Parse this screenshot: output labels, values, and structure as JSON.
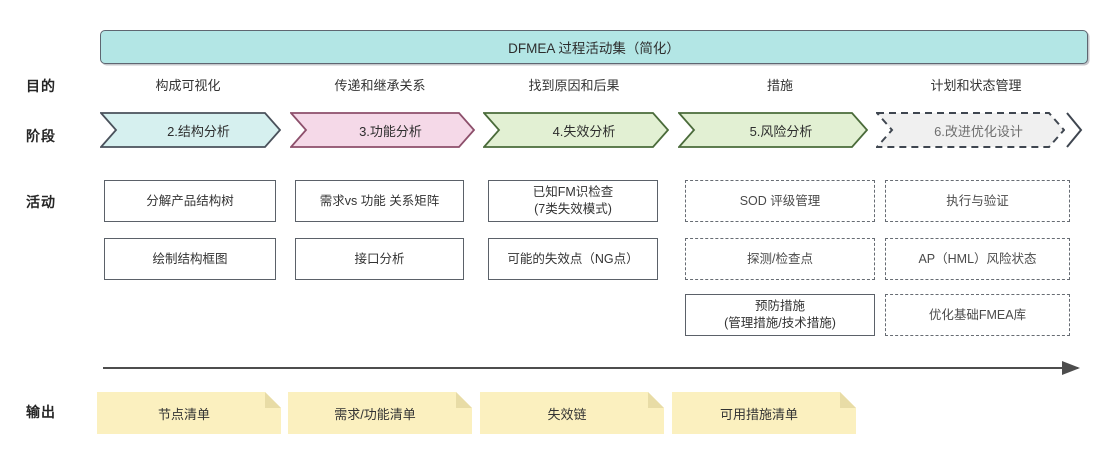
{
  "title": {
    "text": "DFMEA 过程活动集（简化）",
    "fill": "#b3e6e5",
    "stroke": "#5f6671"
  },
  "row_labels": {
    "purpose": "目的",
    "stage": "阶段",
    "activity": "活动",
    "output": "输出"
  },
  "purposes": [
    {
      "text": "构成可视化"
    },
    {
      "text": "传递和继承关系"
    },
    {
      "text": "找到原因和后果"
    },
    {
      "text": "措施"
    },
    {
      "text": "计划和状态管理"
    }
  ],
  "stages": [
    {
      "label": "2.结构分析",
      "fill": "#d6f0ef",
      "stroke": "#4a515b",
      "dashed": false
    },
    {
      "label": "3.功能分析",
      "fill": "#f5d9e8",
      "stroke": "#8d4f6b",
      "dashed": false
    },
    {
      "label": "4.失效分析",
      "fill": "#e2f0d3",
      "stroke": "#4a6b3a",
      "dashed": false
    },
    {
      "label": "5.风险分析",
      "fill": "#e2f0d3",
      "stroke": "#4a6b3a",
      "dashed": false
    },
    {
      "label": "6.改进优化设计",
      "fill": "#f0f0f0",
      "stroke": "#3f4650",
      "dashed": true
    }
  ],
  "activities": [
    {
      "column": 1,
      "items": [
        {
          "lines": [
            "分解产品结构树"
          ],
          "dashed": false
        },
        {
          "lines": [
            "绘制结构框图"
          ],
          "dashed": false
        }
      ]
    },
    {
      "column": 2,
      "items": [
        {
          "lines": [
            "需求vs 功能 关系矩阵"
          ],
          "dashed": false
        },
        {
          "lines": [
            "接口分析"
          ],
          "dashed": false
        }
      ]
    },
    {
      "column": 3,
      "items": [
        {
          "lines": [
            "已知FM识检查",
            "(7类失效模式)"
          ],
          "dashed": false
        },
        {
          "lines": [
            "可能的失效点（NG点）"
          ],
          "dashed": false
        }
      ]
    },
    {
      "column": 4,
      "items": [
        {
          "lines": [
            "SOD 评级管理"
          ],
          "dashed": true
        },
        {
          "lines": [
            "探测/检查点"
          ],
          "dashed": true
        },
        {
          "lines": [
            "预防措施",
            "(管理措施/技术措施)"
          ],
          "dashed": false
        }
      ]
    },
    {
      "column": 5,
      "items": [
        {
          "lines": [
            "执行与验证"
          ],
          "dashed": true
        },
        {
          "lines": [
            "AP（HML）风险状态"
          ],
          "dashed": true
        },
        {
          "lines": [
            "优化基础FMEA库"
          ],
          "dashed": true
        }
      ]
    }
  ],
  "timeline": {
    "icon": "right-arrow-icon",
    "color": "#4d4d4d"
  },
  "outputs": [
    {
      "text": "节点清单",
      "fill": "#fbf0bf",
      "fold": "#e8dca6"
    },
    {
      "text": "需求/功能清单",
      "fill": "#fbf0bf",
      "fold": "#e8dca6"
    },
    {
      "text": "失效链",
      "fill": "#fbf0bf",
      "fold": "#e8dca6"
    },
    {
      "text": "可用措施清单",
      "fill": "#fbf0bf",
      "fold": "#e8dca6"
    }
  ]
}
